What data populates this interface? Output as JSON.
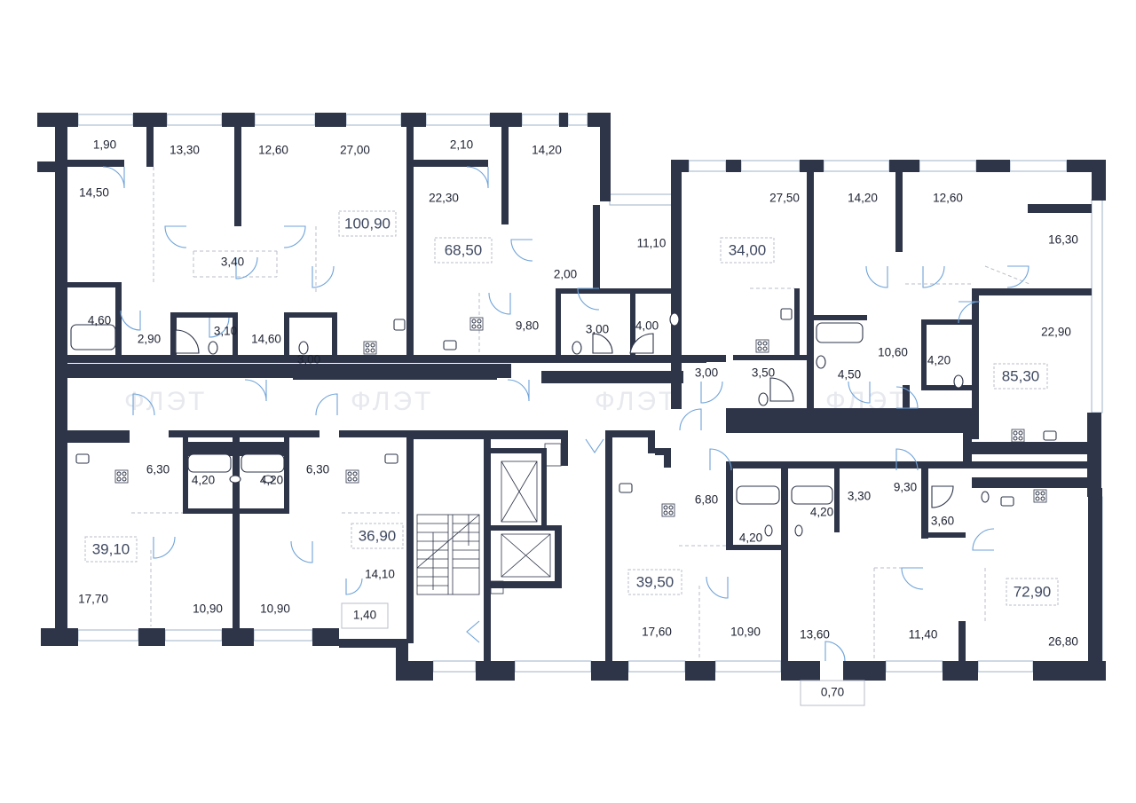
{
  "plan": {
    "watermark": "ФЛЭТ",
    "apartments": [
      {
        "id": "apt-100-90",
        "total": "100,90"
      },
      {
        "id": "apt-68-50",
        "total": "68,50"
      },
      {
        "id": "apt-34-00",
        "total": "34,00"
      },
      {
        "id": "apt-85-30",
        "total": "85,30"
      },
      {
        "id": "apt-39-10",
        "total": "39,10"
      },
      {
        "id": "apt-36-90",
        "total": "36,90"
      },
      {
        "id": "apt-39-50",
        "total": "39,50"
      },
      {
        "id": "apt-72-90",
        "total": "72,90"
      }
    ],
    "rooms": [
      "1,90",
      "13,30",
      "12,60",
      "27,00",
      "2,10",
      "14,20",
      "14,50",
      "22,30",
      "11,10",
      "27,50",
      "14,20",
      "12,60",
      "16,30",
      "3,40",
      "2,00",
      "4,60",
      "2,90",
      "3,10",
      "14,60",
      "3,00",
      "9,80",
      "3,00",
      "4,00",
      "3,00",
      "3,50",
      "10,60",
      "4,20",
      "22,90",
      "4,50",
      "6,30",
      "4,20",
      "4,20",
      "6,30",
      "6,80",
      "4,20",
      "3,30",
      "9,30",
      "3,60",
      "4,20",
      "14,10",
      "1,40",
      "17,70",
      "10,90",
      "10,90",
      "17,60",
      "10,90",
      "13,60",
      "11,40",
      "26,80",
      "0,70"
    ]
  }
}
